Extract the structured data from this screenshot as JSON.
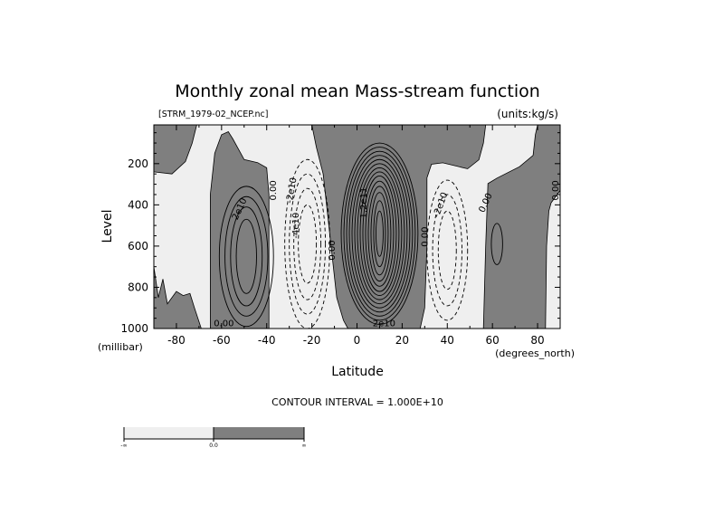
{
  "chart_data": {
    "type": "contour",
    "title": "Monthly zonal mean Mass-stream function",
    "subtitle_left": "[STRM_1979-02_NCEP.nc]",
    "units": "(units:kg/s)",
    "xlabel": "Latitude",
    "xunits": "(degrees_north)",
    "ylabel": "Level",
    "yunits": "(millibar)",
    "xlim": [
      -90,
      90
    ],
    "ylim": [
      1000,
      12
    ],
    "x_ticks": [
      -80,
      -60,
      -40,
      -20,
      0,
      20,
      40,
      60,
      80
    ],
    "y_ticks": [
      200,
      400,
      600,
      800,
      1000
    ],
    "footer": "CONTOUR INTERVAL = 1.000E+10",
    "contour_interval": 10000000000.0,
    "colors": {
      "positive": "#7f7f7f",
      "negative": "#efefef",
      "line": "#000000"
    },
    "positive_regions": [
      [
        [
          -90,
          12
        ],
        [
          -71,
          12
        ],
        [
          -73,
          100
        ],
        [
          -76,
          190
        ],
        [
          -82,
          250
        ],
        [
          -90,
          240
        ]
      ],
      [
        [
          -90,
          700
        ],
        [
          -88,
          850
        ],
        [
          -86,
          760
        ],
        [
          -84,
          880
        ],
        [
          -80,
          820
        ],
        [
          -77,
          840
        ],
        [
          -74,
          830
        ],
        [
          -72,
          900
        ],
        [
          -69,
          1000
        ],
        [
          -90,
          1000
        ]
      ],
      [
        [
          -65,
          1000
        ],
        [
          -65,
          350
        ],
        [
          -63,
          150
        ],
        [
          -60,
          60
        ],
        [
          -57,
          45
        ],
        [
          -55,
          80
        ],
        [
          -50,
          180
        ],
        [
          -44,
          195
        ],
        [
          -40,
          220
        ],
        [
          -39,
          350
        ],
        [
          -39,
          1000
        ]
      ],
      [
        [
          -20,
          12
        ],
        [
          57,
          12
        ],
        [
          56,
          100
        ],
        [
          54,
          181
        ],
        [
          49,
          225
        ],
        [
          38,
          196
        ],
        [
          33,
          203
        ],
        [
          31,
          269
        ],
        [
          31,
          600
        ],
        [
          30,
          900
        ],
        [
          28,
          1000
        ],
        [
          -4,
          1000
        ],
        [
          -6,
          960
        ],
        [
          -9,
          850
        ],
        [
          -11,
          650
        ],
        [
          -13,
          450
        ],
        [
          -15,
          250
        ],
        [
          -18,
          120
        ]
      ],
      [
        [
          58,
          297
        ],
        [
          62,
          270
        ],
        [
          72,
          215
        ],
        [
          78,
          160
        ],
        [
          79,
          60
        ],
        [
          80,
          12
        ],
        [
          90,
          12
        ],
        [
          90,
          330
        ],
        [
          86,
          390
        ],
        [
          85,
          430
        ],
        [
          84,
          600
        ],
        [
          83.5,
          1000
        ],
        [
          56,
          1000
        ],
        [
          57,
          600
        ]
      ]
    ],
    "cells": [
      {
        "sign": "positive",
        "center": [
          -49,
          650
        ],
        "rings": [
          [
            12,
            340
          ],
          [
            9.5,
            290
          ],
          [
            7,
            240
          ],
          [
            4.5,
            180
          ]
        ]
      },
      {
        "sign": "negative",
        "center": [
          -22,
          590
        ],
        "rings": [
          [
            10,
            410
          ],
          [
            8,
            340
          ],
          [
            6,
            270
          ],
          [
            4,
            190
          ]
        ]
      },
      {
        "sign": "positive",
        "center": [
          10,
          540
        ],
        "rings": [
          [
            17,
            440
          ],
          [
            15.8,
            420
          ],
          [
            14.6,
            400
          ],
          [
            13.4,
            380
          ],
          [
            12.2,
            360
          ],
          [
            11,
            340
          ],
          [
            9.8,
            320
          ],
          [
            8.6,
            300
          ],
          [
            7.4,
            280
          ],
          [
            6.2,
            255
          ],
          [
            5,
            230
          ],
          [
            3.8,
            200
          ],
          [
            2.6,
            160
          ],
          [
            1.6,
            110
          ]
        ]
      },
      {
        "sign": "negative",
        "center": [
          40,
          620
        ],
        "rings": [
          [
            9,
            340
          ],
          [
            6.5,
            270
          ],
          [
            4,
            190
          ]
        ]
      },
      {
        "sign": "positive",
        "center": [
          62,
          590
        ],
        "rings": [
          [
            2.5,
            100
          ]
        ]
      }
    ],
    "contour_labels": [
      {
        "text": "2e10",
        "lat": -52,
        "level": 420,
        "angle": -65
      },
      {
        "text": "0.00",
        "lat": -37,
        "level": 330,
        "angle": -90
      },
      {
        "text": "-2e10",
        "lat": -29,
        "level": 330,
        "angle": -80
      },
      {
        "text": "-4e10",
        "lat": -27,
        "level": 500,
        "angle": -90
      },
      {
        "text": "0.00",
        "lat": -11,
        "level": 620,
        "angle": -90
      },
      {
        "text": "1.2e11",
        "lat": 3,
        "level": 390,
        "angle": -90
      },
      {
        "text": "0.00",
        "lat": 30,
        "level": 555,
        "angle": -90
      },
      {
        "text": "-2e10",
        "lat": 37,
        "level": 400,
        "angle": -70
      },
      {
        "text": "0.00",
        "lat": 57,
        "level": 390,
        "angle": -65
      },
      {
        "text": "0.00",
        "lat": 88,
        "level": 330,
        "angle": -90
      },
      {
        "text": "0.00",
        "lat": -59,
        "level": 975,
        "angle": 0
      },
      {
        "text": "2e10",
        "lat": 12,
        "level": 975,
        "angle": 0
      }
    ],
    "colorbar": {
      "labels": [
        "-∞",
        "0.0",
        "∞"
      ],
      "colors": [
        "#efefef",
        "#7f7f7f"
      ]
    }
  }
}
